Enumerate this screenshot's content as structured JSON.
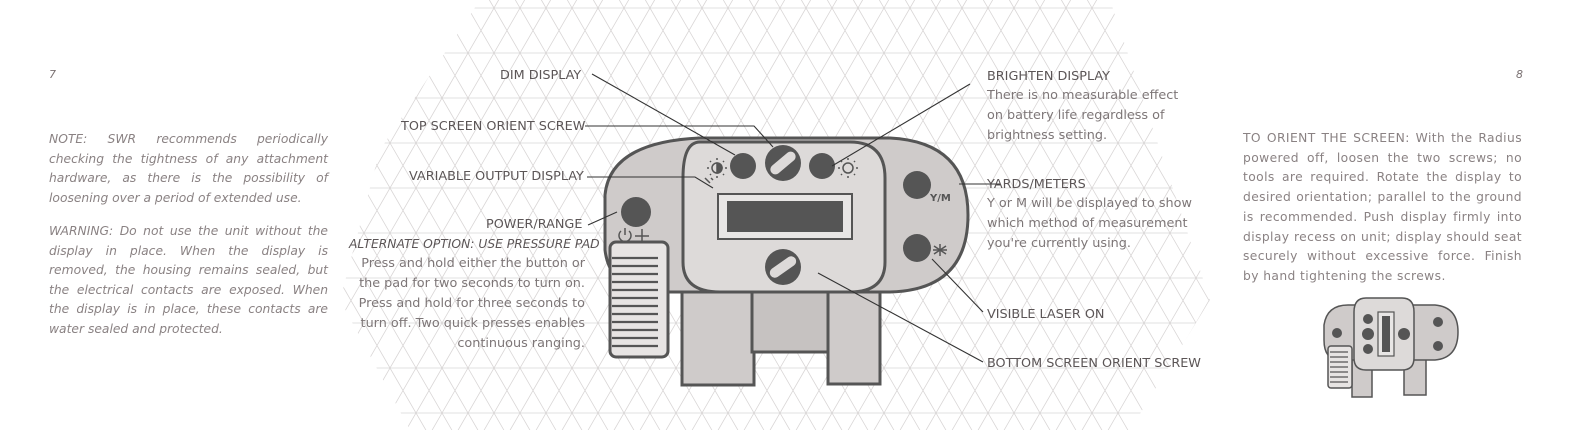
{
  "page_left": "7",
  "page_right": "8",
  "notes": {
    "note": "NOTE: SWR recommends periodically checking the tightness of any attachment hardware, as there is the possibility of loosening over a period of extended use.",
    "warning": "WARNING: Do not use the unit without the display in place. When the display is removed, the housing remains sealed, but the electrical contacts are exposed. When the display is in place, these contacts are water sealed and protected."
  },
  "labels": {
    "dim_display": "DIM DISPLAY",
    "top_screw": "TOP SCREEN ORIENT SCREW",
    "variable_output": "VARIABLE OUTPUT DISPLAY",
    "power_range": "POWER/RANGE",
    "alternate_option": "ALTERNATE OPTION: USE PRESSURE PAD",
    "power_desc": "Press and hold either the button or the pad for two seconds to turn on. Press and hold for three seconds to turn off. Two quick presses enables continuous ranging.",
    "brighten_display": "BRIGHTEN DISPLAY",
    "brighten_desc": "There is no measurable effect on battery life regardless of brightness setting.",
    "yards_meters": "YARDS/METERS",
    "yards_desc": "Y or M will be displayed to show which method of measurement you're currently using.",
    "visible_laser": "VISIBLE LASER ON",
    "bottom_screw": "BOTTOM SCREEN ORIENT SCREW",
    "ym_marking": "Y/M"
  },
  "orient": {
    "text": "TO ORIENT THE SCREEN: With the Radius powered off, loosen the two screws; no tools are required. Rotate the display to desired orientation; parallel to the ground is recommended. Push display firmly into display recess on unit; display should seat securely without excessive force. Finish by hand tightening the screws."
  }
}
